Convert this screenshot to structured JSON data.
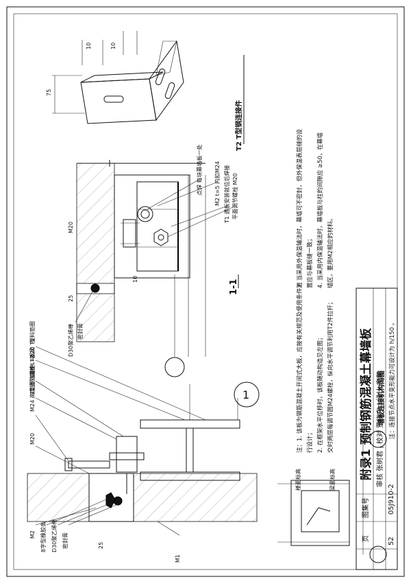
{
  "drawing": {
    "sheet_title": "附录1   预制钢筋混凝土幕墙板",
    "atlas_no_label": "图集号",
    "atlas_no": "05J910-2",
    "page_label": "页",
    "page_no": "52",
    "review_row": "审核 张树君 | 校对 贾晓东 | 设计 宗鹏",
    "notes": [
      "注：1. 该板为钢筋混凝土开间式大板，应按有关规范及使用条件进",
      "行设计；",
      "2. 在框架水平位移时，该板随动构造见左图；",
      "交时两层每调节圆M24螺栓，纵向水平调节利用T2件拉杆；",
      "3. 当采用外保温辅法时，幕墙可不密封，但外保温表层缝的设",
      "置应与幕板缝一致；",
      "4. 当采用内保温辅法时，幕墙板与柱的间隙应 ≥50，在幕墙",
      "墙区，要用M2相应的材料。"
    ],
    "left_caption": "墙板连接机构简图",
    "left_note": "注：连接节点水平变形能力可设计为 h/150 。",
    "section_label": "1-1",
    "t2_title": "T2 T型钢连接件",
    "circle_label": "1",
    "labels": {
      "m24_bolt": "M24 高度调节螺栓",
      "m20": "M20",
      "t2_part": "T型钢连接件  T2",
      "c18": "C18  L=120  T1",
      "steel_beam": "钢梁",
      "pad": "塑料垫圈",
      "m2": "M2",
      "strip8": "8字型橡胶条",
      "d30": "D30聚乙烯棒",
      "sealant": "密封膏",
      "m1": "M1",
      "floor_h": "楼面标高",
      "beam_top": "梁面标高",
      "m20_side": "M20",
      "m2_plate": "M2  t=5  内扣M24",
      "weld": "点焊  每块幕墙板一处",
      "t1_weld": "T1  遇板安装就位后焊接",
      "horiz_bolt": "平面调节螺栓  M20",
      "d30_b": "D30聚乙烯棒",
      "sealant_b": "密封膏",
      "dim_75": "75",
      "dim_10a": "10",
      "dim_10b": "10",
      "dim_25": "25",
      "dim_10c": "10",
      "dim_25b": "25"
    }
  }
}
